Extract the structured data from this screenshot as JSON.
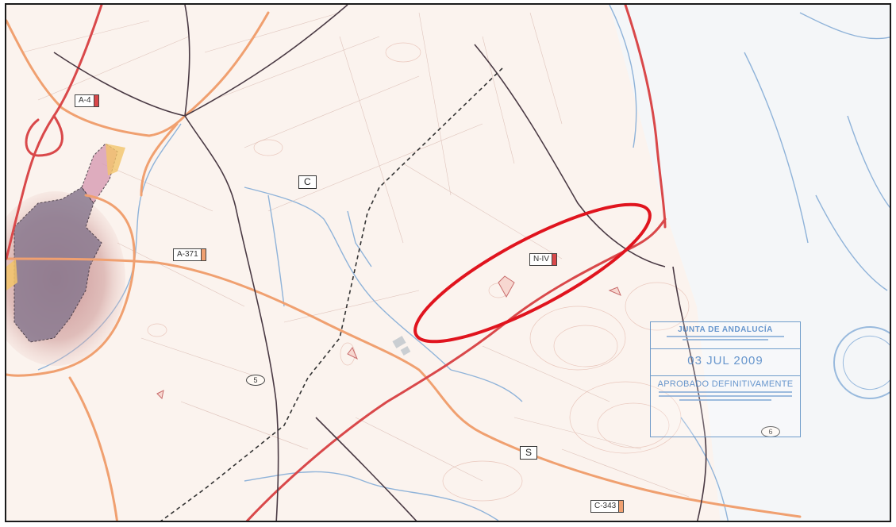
{
  "road_labels": {
    "a4": "A-4",
    "a371": "A-371",
    "n4": "N-IV",
    "c343": "C-343"
  },
  "zone_labels": {
    "c": "C",
    "s": "S"
  },
  "oval_labels": {
    "five": "5",
    "six": "6"
  },
  "stamp": {
    "org": "JUNTA DE ANDALUCÍA",
    "date": "03 JUL 2009",
    "approved": "APROBADO DEFINITIVAMENTE"
  },
  "colors": {
    "highway_red": "#d9484a",
    "road_orange": "#f0a070",
    "river_blue": "#8fb3d9",
    "rail_dark": "#4a3a44",
    "highlight_red": "#e0141e",
    "stamp_blue": "#4f86c6",
    "urban_purple": "#8a7a90",
    "urban_halo": "#c9918f"
  },
  "icons": {
    "highlight": "red-highlight-ellipse",
    "urban": "town-urban-area",
    "boundary": "dashed-municipal-boundary"
  }
}
